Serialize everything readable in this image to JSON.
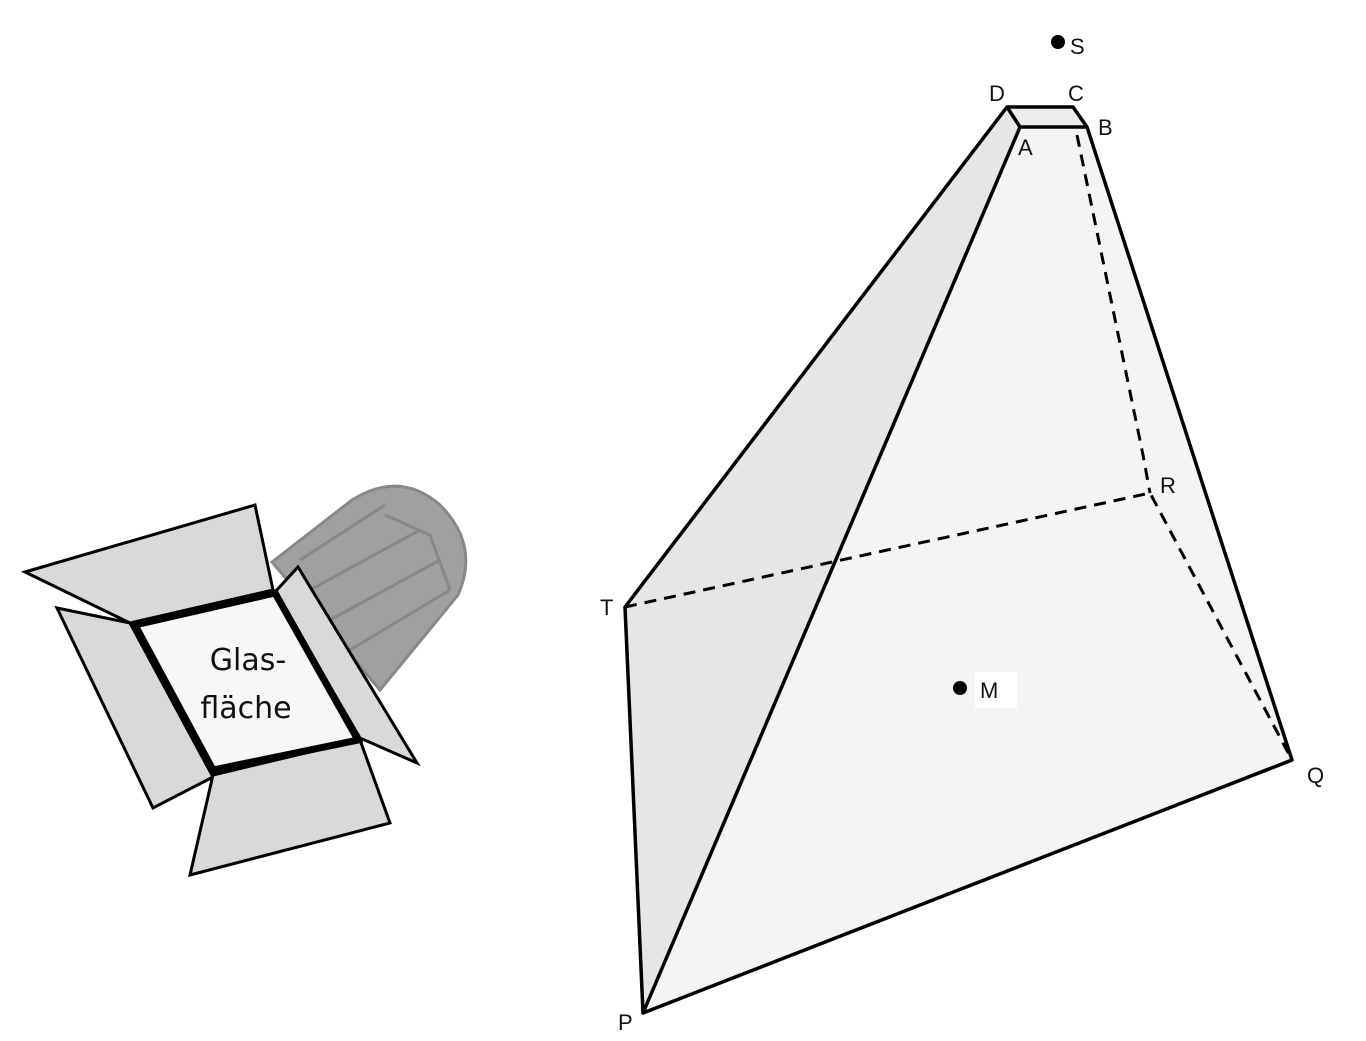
{
  "lamp": {
    "label_line1": "Glas-",
    "label_line2": "fläche"
  },
  "points": {
    "S": "S",
    "D": "D",
    "C": "C",
    "A": "A",
    "B": "B",
    "R": "R",
    "T": "T",
    "M": "M",
    "Q": "Q",
    "P": "P"
  },
  "colors": {
    "left_face": "#e6e6e6",
    "front_face": "#f4f4f4",
    "flap": "#d9d9d9",
    "cylinder": "#a0a0a0"
  }
}
